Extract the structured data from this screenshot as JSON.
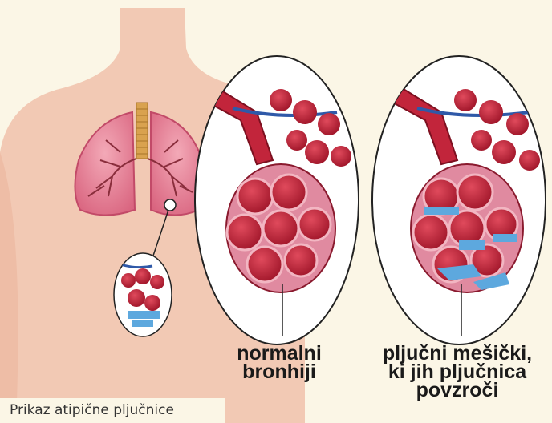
{
  "labels": {
    "normal_line1": "normalni",
    "normal_line2": "bronhiji",
    "pneu_line1": "pljučni mešički,",
    "pneu_line2": "ki jih pljučnica",
    "pneu_line3": "povzroči"
  },
  "caption": "Prikaz atipične pljučnice",
  "colors": {
    "background": "#fbf6e6",
    "skin": "#f2c9b4",
    "lung": "#e37f95",
    "alveoli": "#c2253b",
    "fluid": "#5da8de",
    "vessel_blue": "#2f59a8"
  }
}
